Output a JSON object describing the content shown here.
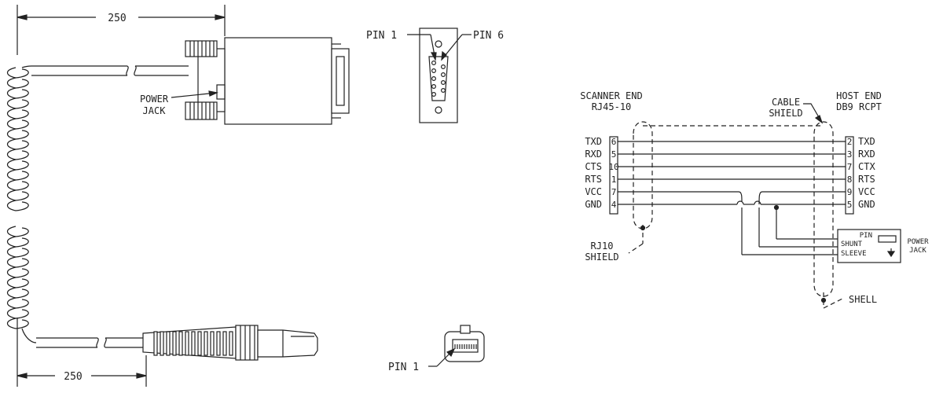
{
  "cable_drawing": {
    "dim_top": "250",
    "dim_bottom": "250",
    "power_jack_label_line1": "POWER",
    "power_jack_label_line2": "JACK"
  },
  "db9_face": {
    "pin1_label": "PIN 1",
    "pin6_label": "PIN 6"
  },
  "rj45_face": {
    "pin1_label": "PIN 1"
  },
  "schematic": {
    "scanner_end_line1": "SCANNER END",
    "scanner_end_line2": "RJ45-10",
    "host_end_line1": "HOST END",
    "host_end_line2": "DB9 RCPT",
    "cable_shield_line1": "CABLE",
    "cable_shield_line2": "SHIELD",
    "rj10_shield_line1": "RJ10",
    "rj10_shield_line2": "SHIELD",
    "shell_label": "SHELL",
    "power_jack": {
      "pin": "PIN",
      "shunt": "SHUNT",
      "sleeve": "SLEEVE",
      "title_line1": "POWER",
      "title_line2": "JACK"
    },
    "wires": [
      {
        "left_name": "TXD",
        "left_pin": "6",
        "right_pin": "2",
        "right_name": "TXD"
      },
      {
        "left_name": "RXD",
        "left_pin": "5",
        "right_pin": "3",
        "right_name": "RXD"
      },
      {
        "left_name": "CTS",
        "left_pin": "10",
        "right_pin": "7",
        "right_name": "CTX"
      },
      {
        "left_name": "RTS",
        "left_pin": "1",
        "right_pin": "8",
        "right_name": "RTS"
      },
      {
        "left_name": "VCC",
        "left_pin": "7",
        "right_pin": "9",
        "right_name": "VCC"
      },
      {
        "left_name": "GND",
        "left_pin": "4",
        "right_pin": "5",
        "right_name": "GND"
      }
    ]
  },
  "colors": {
    "line": "#222222",
    "background": "#ffffff"
  }
}
